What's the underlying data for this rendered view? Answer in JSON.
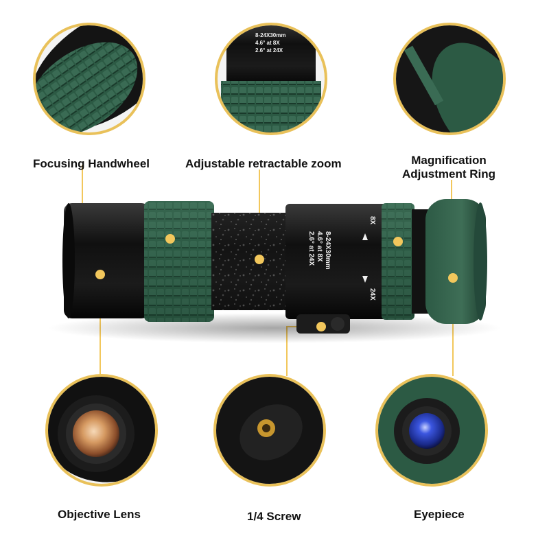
{
  "callouts": {
    "focusing_handwheel": "Focusing Handwheel",
    "zoom": "Adjustable retractable zoom",
    "magnification_line1": "Magnification",
    "magnification_line2": "Adjustment Ring",
    "objective_lens": "Objective Lens",
    "screw": "1/4 Screw",
    "eyepiece": "Eyepiece"
  },
  "body_print": {
    "spec_line1": "8-24X30mm",
    "spec_line2": "4.6° at 8X",
    "spec_line3": "2.6° at 24X",
    "mark_low": "8X",
    "mark_high": "24X"
  },
  "colors": {
    "accent_gold": "#e9c15a",
    "leader_gold": "#f2c75c",
    "rubber_green": "#2f5a45",
    "body_black": "#141414",
    "lens_blue": "#2a3fb8",
    "lens_amber": "#c98a4a"
  }
}
